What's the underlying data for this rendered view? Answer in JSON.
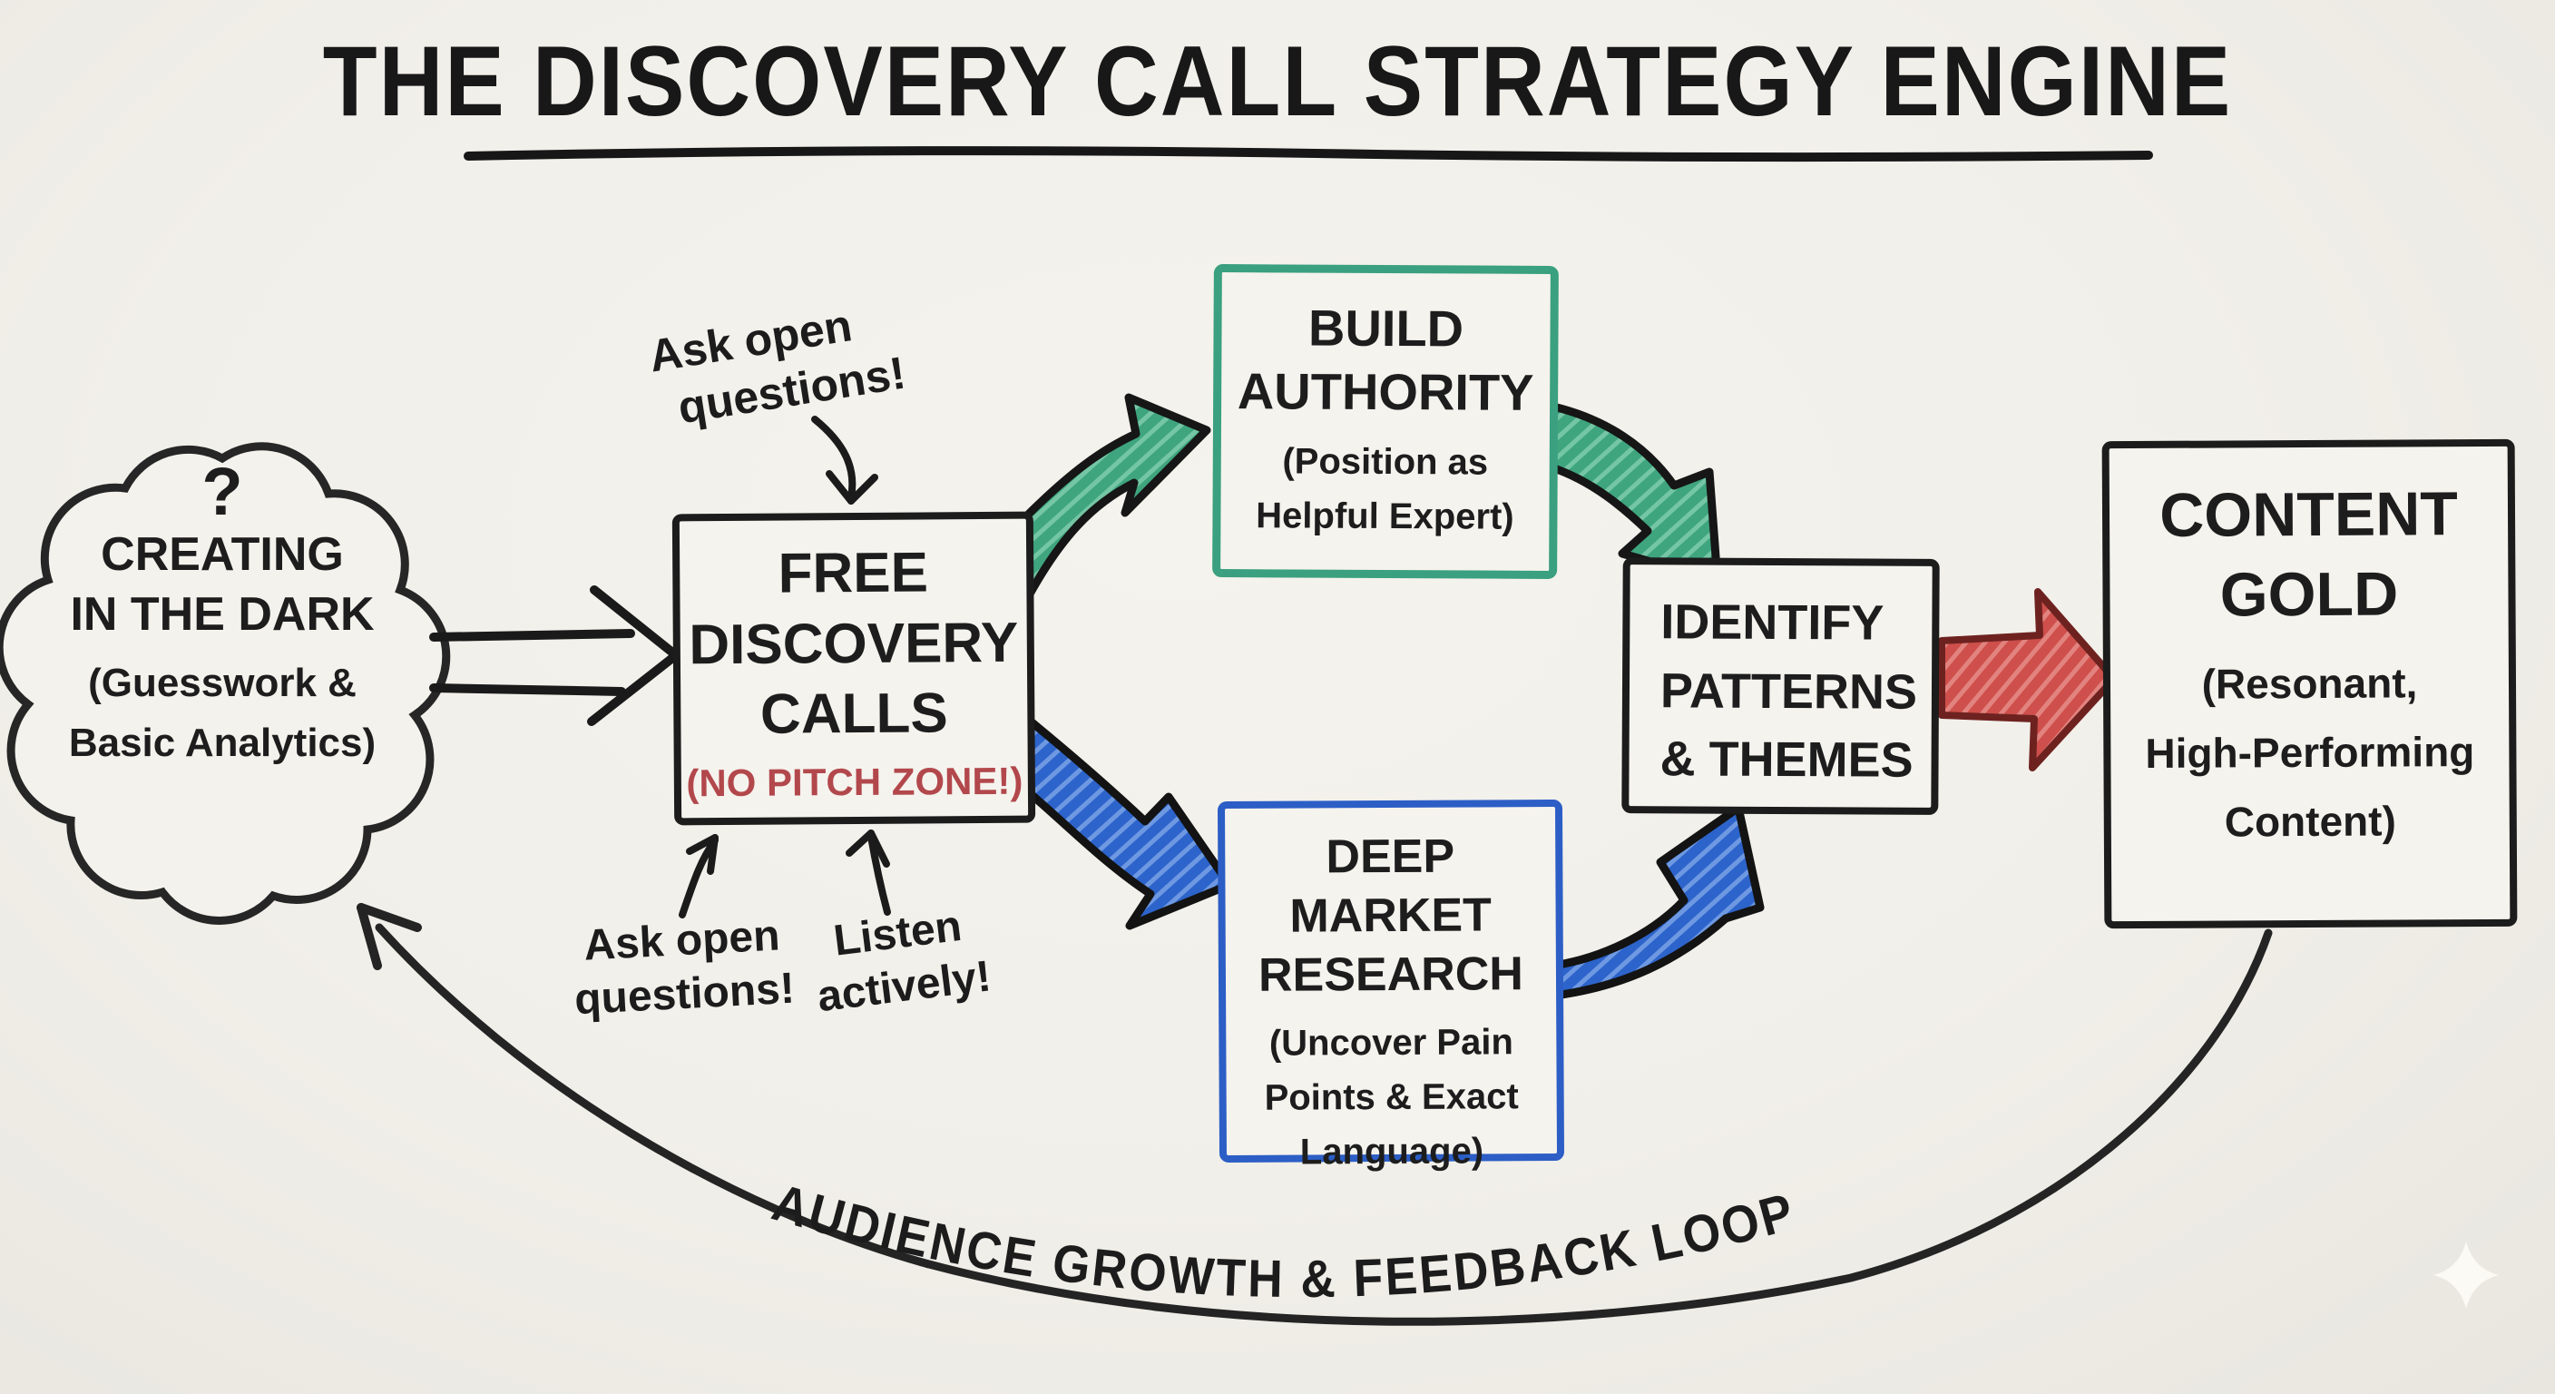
{
  "title": "THE DISCOVERY CALL STRATEGY ENGINE",
  "cloud": {
    "mark": "?",
    "lines": [
      "CREATING",
      "IN THE DARK",
      "(Guesswork &",
      "Basic Analytics)"
    ]
  },
  "annotations": {
    "top": [
      "Ask open",
      "questions!"
    ],
    "bottom_left": [
      "Ask open",
      "questions!"
    ],
    "bottom_right": [
      "Listen",
      "actively!"
    ]
  },
  "boxes": {
    "free_calls": {
      "lines": [
        "FREE",
        "DISCOVERY",
        "CALLS"
      ],
      "note": "(NO PITCH ZONE!)"
    },
    "build_authority": {
      "lines": [
        "BUILD",
        "AUTHORITY"
      ],
      "sub": [
        "(Position as",
        "Helpful Expert)"
      ]
    },
    "deep_research": {
      "lines": [
        "DEEP MARKET",
        "RESEARCH"
      ],
      "sub": [
        "(Uncover Pain",
        "Points & Exact",
        "Language)"
      ]
    },
    "identify_patterns": {
      "lines": [
        "IDENTIFY",
        "PATTERNS",
        "& THEMES"
      ]
    },
    "content_gold": {
      "lines": [
        "CONTENT",
        "GOLD"
      ],
      "sub": [
        "(Resonant,",
        "High-Performing",
        "Content)"
      ]
    }
  },
  "loop_label": "AUDIENCE GROWTH & FEEDBACK LOOP",
  "icons": {
    "sparkle": "four-point-star"
  },
  "colors": {
    "paper": "#f1efe9",
    "ink": "#1c1c1c",
    "green": "#3aa07f",
    "blue": "#2c5ec6",
    "red_arrow": "#ce4f4b",
    "red_text": "#b2484c"
  }
}
